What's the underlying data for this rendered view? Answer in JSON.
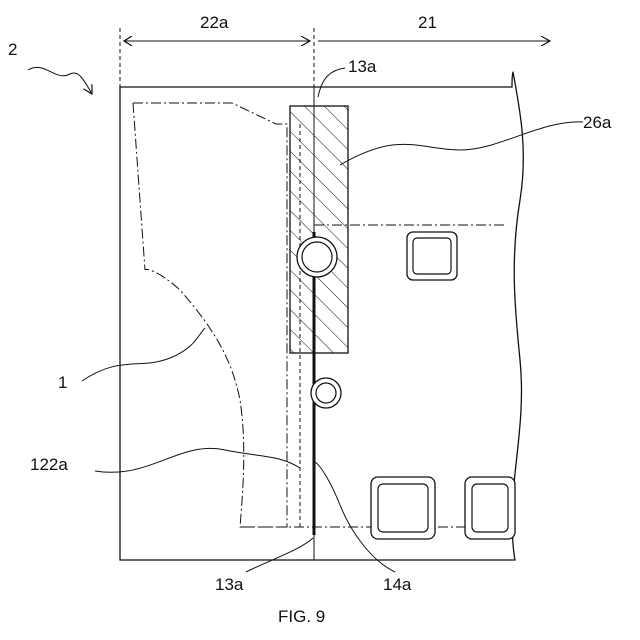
{
  "figure": {
    "caption": "FIG. 9",
    "labels": {
      "assembly": "2",
      "dim_left": "22a",
      "dim_right": "21",
      "edge_top": "13a",
      "edge_bottom": "13a",
      "hatched_member": "26a",
      "outline": "1",
      "dashed_region": "122a",
      "seam_line": "14a"
    }
  }
}
